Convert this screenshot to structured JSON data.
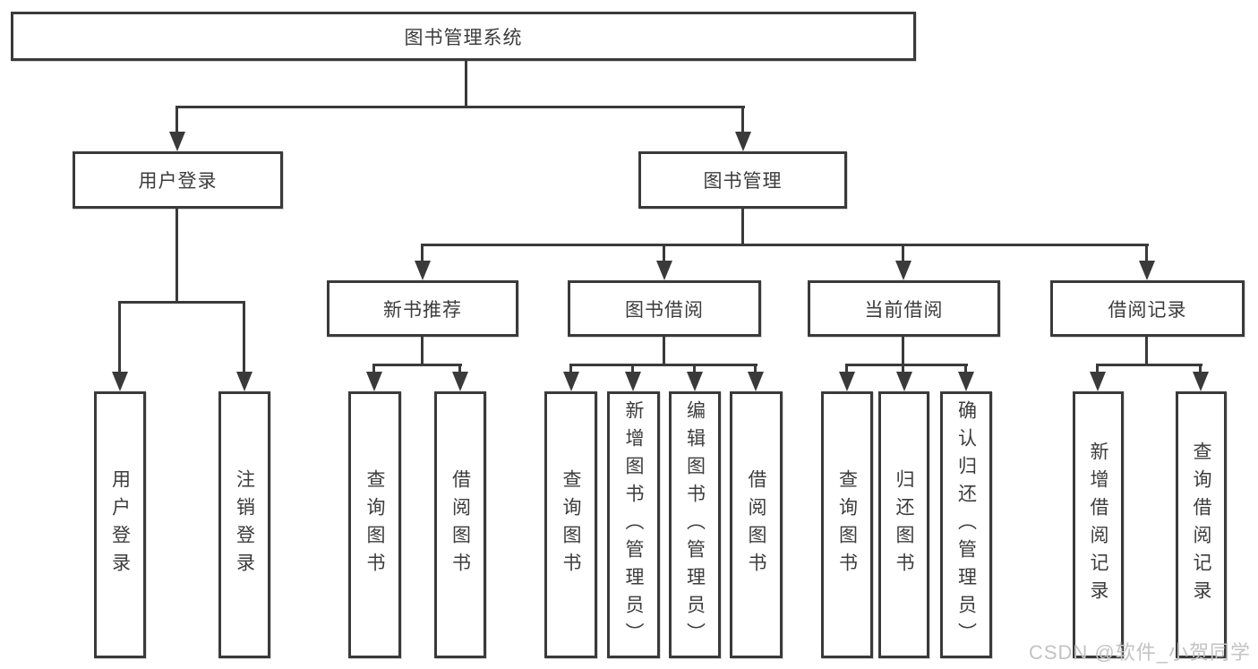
{
  "diagram_title": "图书管理系统",
  "tree": {
    "label": "图书管理系统",
    "children": [
      {
        "label": "用户登录",
        "children": [
          {
            "label": "用户登录"
          },
          {
            "label": "注销登录"
          }
        ]
      },
      {
        "label": "图书管理",
        "children": [
          {
            "label": "新书推荐",
            "children": [
              {
                "label": "查询图书"
              },
              {
                "label": "借阅图书"
              }
            ]
          },
          {
            "label": "图书借阅",
            "children": [
              {
                "label": "查询图书"
              },
              {
                "label": "新增图书（管理员）"
              },
              {
                "label": "编辑图书（管理员）"
              },
              {
                "label": "借阅图书"
              }
            ]
          },
          {
            "label": "当前借阅",
            "children": [
              {
                "label": "查询图书"
              },
              {
                "label": "归还图书"
              },
              {
                "label": "确认归还（管理员）"
              }
            ]
          },
          {
            "label": "借阅记录",
            "children": [
              {
                "label": "新增借阅记录"
              },
              {
                "label": "查询借阅记录"
              }
            ]
          }
        ]
      }
    ]
  },
  "watermark": "CSDN @软件_小贺同学",
  "colors": {
    "line": "#3a3a3a",
    "text": "#3c3c3c",
    "watermark": "#c3c3c3",
    "background": "#ffffff"
  }
}
